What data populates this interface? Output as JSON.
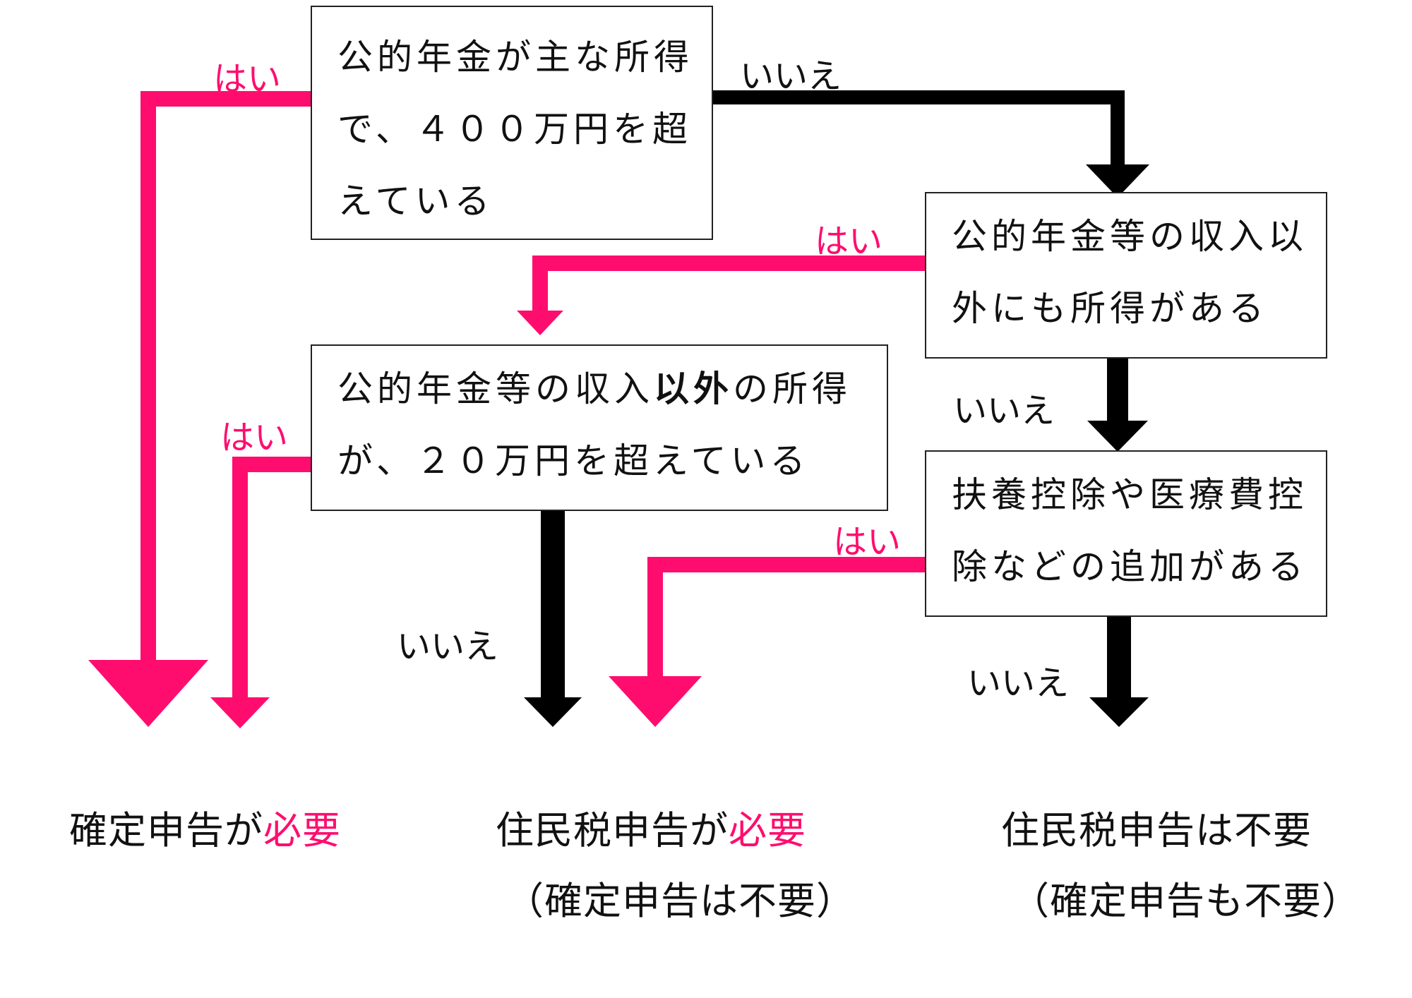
{
  "colors": {
    "yes": "#ff0d6e",
    "no": "#000000",
    "border": "#222222"
  },
  "boxes": {
    "q1": {
      "lines": [
        "公的年金が主な所得",
        "で、４００万円を超",
        "えている"
      ]
    },
    "q2": {
      "lines": [
        "公的年金等の収入以",
        "外にも所得がある"
      ]
    },
    "q3": {
      "pre": "公的年金等の収入",
      "bold": "以外",
      "post": "の所得",
      "line2": "が、２０万円を超えている"
    },
    "q4": {
      "lines": [
        "扶養控除や医療費控",
        "除などの追加がある"
      ]
    }
  },
  "labels": {
    "yes": "はい",
    "no": "いいえ"
  },
  "results": {
    "r1": {
      "text": "確定申告が",
      "highlight": "必要"
    },
    "r2": {
      "text": "住民税申告が",
      "highlight": "必要",
      "sub": "（確定申告は不要）"
    },
    "r3": {
      "text": "住民税申告は不要",
      "sub": "（確定申告も不要）"
    }
  }
}
